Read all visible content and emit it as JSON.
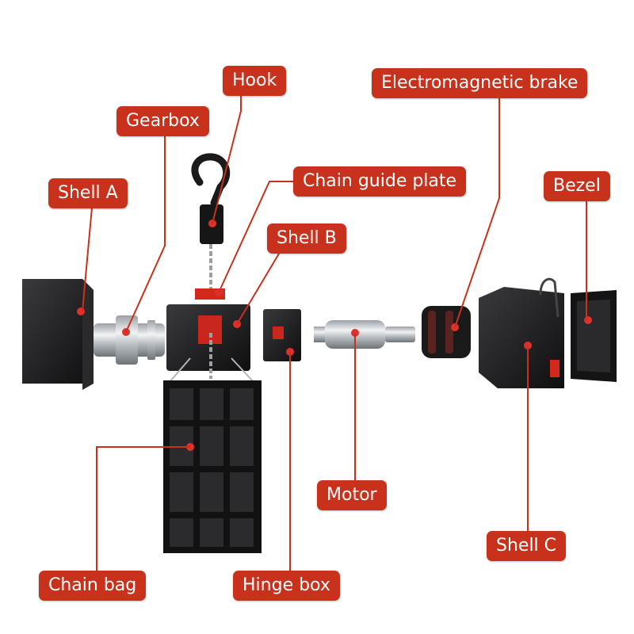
{
  "colors": {
    "label_bg": "#c8321c",
    "label_text": "#ffffff",
    "leader_line": "#c8321c",
    "part_dark": "#1c1c1e",
    "accent_red": "#d4281c"
  },
  "labels": {
    "hook": "Hook",
    "electromagnetic_brake": "Electromagnetic brake",
    "gearbox": "Gearbox",
    "shell_a": "Shell A",
    "chain_guide_plate": "Chain guide plate",
    "bezel": "Bezel",
    "shell_b": "Shell B",
    "motor": "Motor",
    "shell_c": "Shell C",
    "chain_bag": "Chain bag",
    "hinge_box": "Hinge box"
  }
}
